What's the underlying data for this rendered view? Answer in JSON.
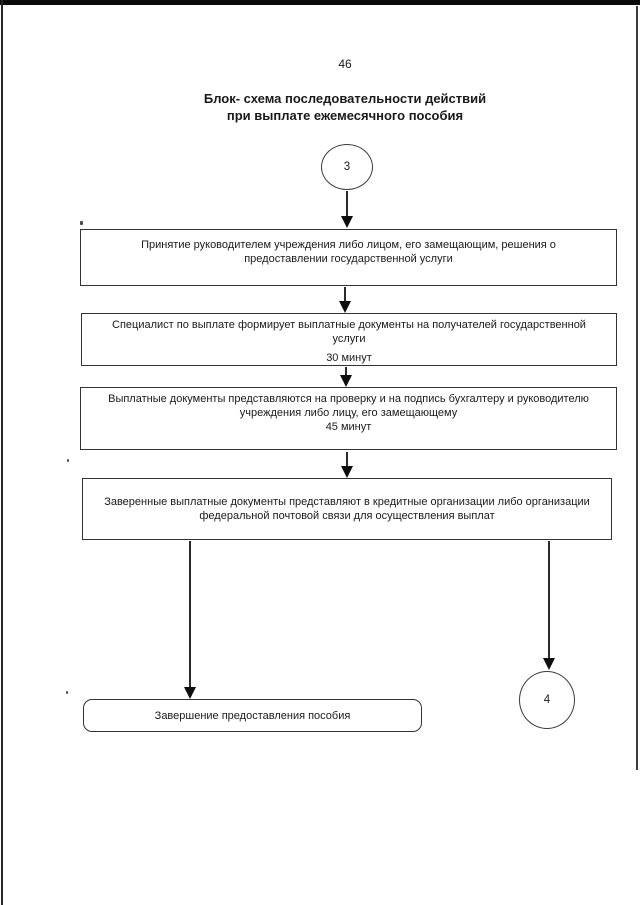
{
  "page": {
    "number": "46",
    "title_line1": "Блок- схема последовательности действий",
    "title_line2": "при выплате ежемесячного пособия"
  },
  "flowchart": {
    "connector_in": "3",
    "connector_out": "4",
    "steps": [
      {
        "text": "Принятие руководителем учреждения либо лицом, его замещающим, решения о предоставлении государственной услуги"
      },
      {
        "text": "Специалист по выплате формирует выплатные документы на получателей государственной услуги",
        "duration": "30 минут"
      },
      {
        "text": "Выплатные документы представляются на проверку и на подпись бухгалтеру и руководителю учреждения либо лицу, его замещающему",
        "duration": "45 минут"
      },
      {
        "text": "Заверенные выплатные документы представляют в кредитные организации либо организации федеральной почтовой связи для осуществления выплат"
      }
    ],
    "end_label": "Завершение предоставления пособия"
  }
}
